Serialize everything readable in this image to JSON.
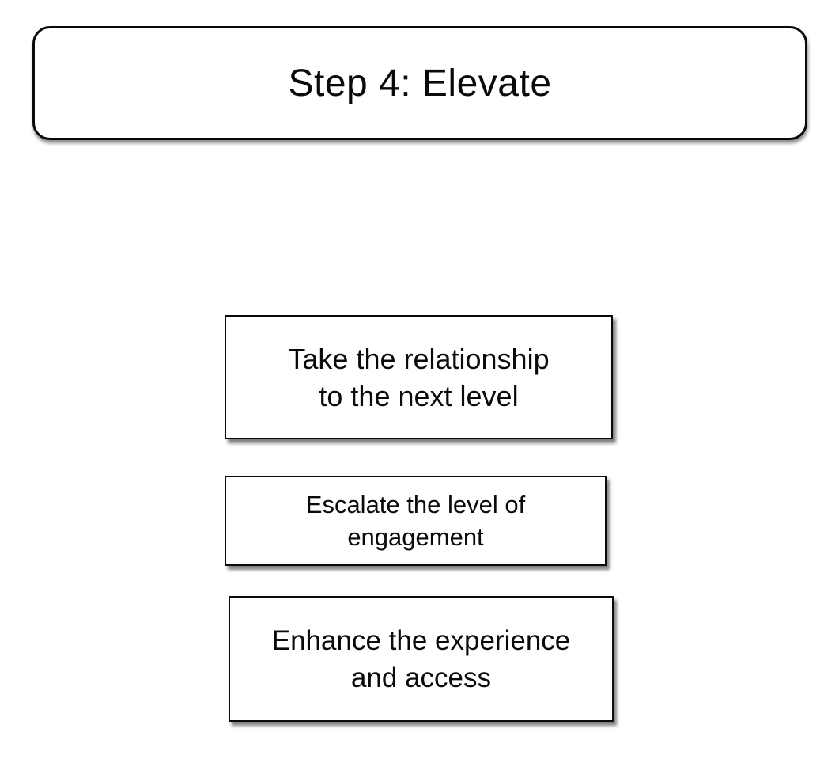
{
  "diagram": {
    "title": "Step 4: Elevate",
    "boxes": [
      {
        "line1": "Take the relationship",
        "line2": "to the next level"
      },
      {
        "line1": "Escalate the level of",
        "line2": "engagement"
      },
      {
        "line1": "Enhance the experience",
        "line2": "and access"
      }
    ]
  }
}
